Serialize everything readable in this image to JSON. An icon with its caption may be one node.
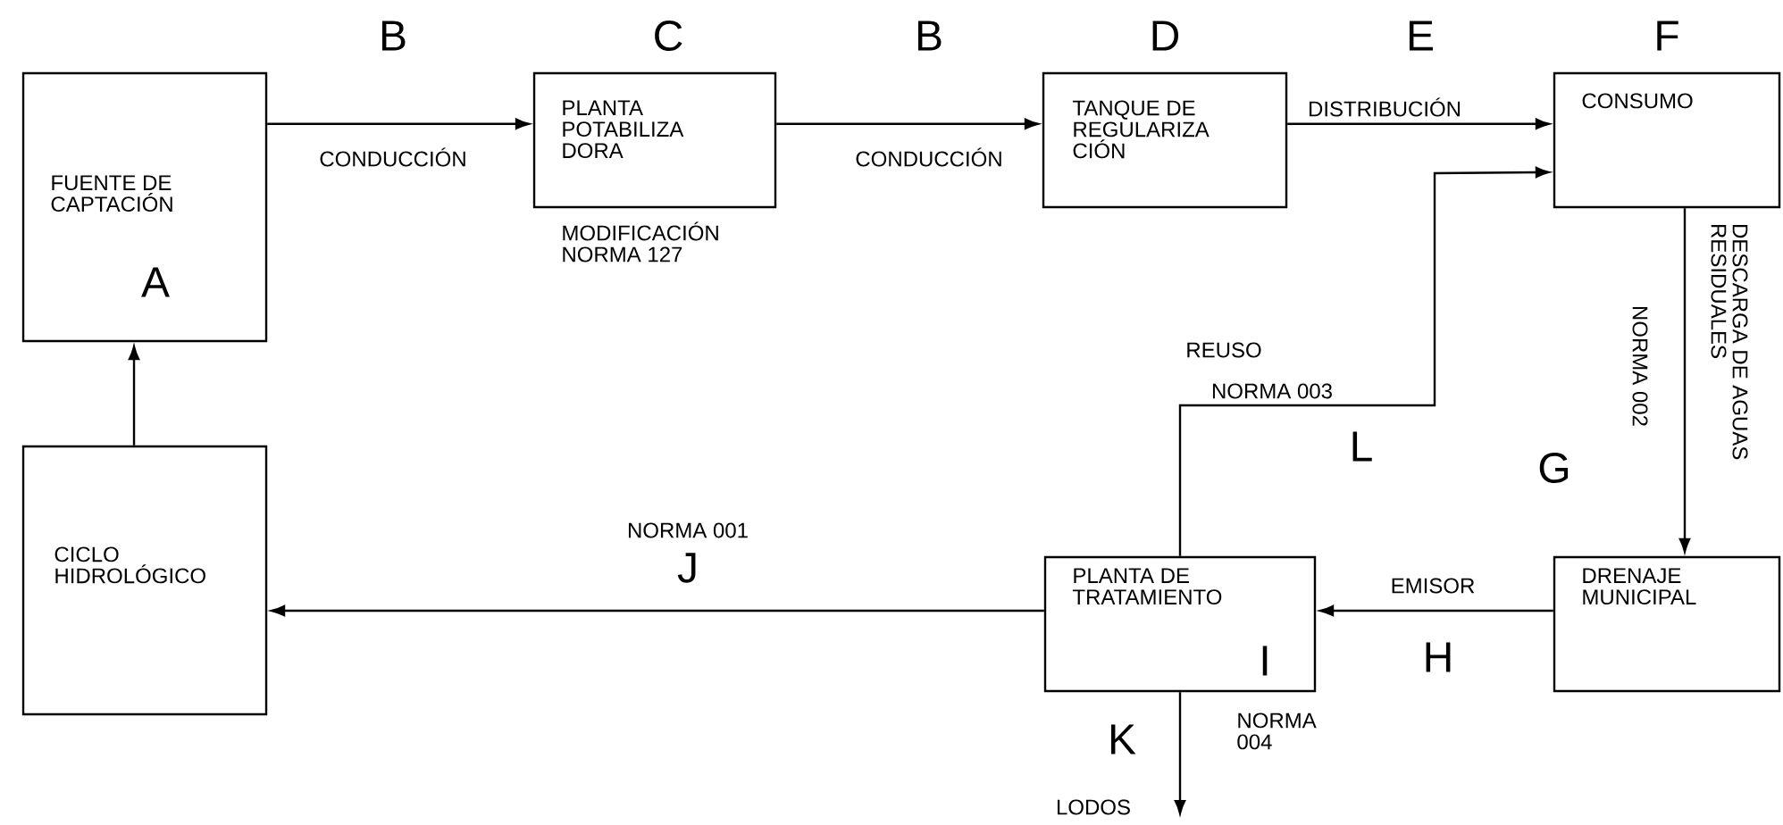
{
  "diagram": {
    "nodes": [
      {
        "text": [
          "FUENTE DE CAPTACIÓN",
          "A"
        ]
      },
      {
        "text": [
          "C",
          "PLANTA POTABILIZA DORA"
        ],
        "beside": [
          "MODIFICACIÓN NORMA 127"
        ]
      },
      {
        "text": [
          "D",
          "TANQUE DE REGULARIZA CIÓN"
        ]
      },
      {
        "text": [
          "F",
          "CONSUMO"
        ]
      },
      {
        "text": [
          "DRENAJE MUNICIPAL"
        ]
      },
      {
        "text": [
          "PLANTA DE TRATAMIENTO",
          "I"
        ]
      },
      {
        "text": [
          "CICLO HIDROLÓGICO"
        ]
      }
    ],
    "edges": [
      {
        "from": 0,
        "to": 1,
        "arrow": "to",
        "label": "CONDUCCIÓN"
      },
      {
        "from": 1,
        "to": 2,
        "arrow": "to",
        "label": "CONDUCCIÓN"
      },
      {
        "from": 2,
        "to": 3,
        "arrow": "to",
        "label": "DISTRIBUCIÓN"
      },
      {
        "from": 5,
        "to": 3,
        "arrow": "to",
        "label": "REUSO"
      },
      {
        "from": 3,
        "to": 4,
        "arrow": "to",
        "label": "DESCARGA DE AGUAS RESIDUALES"
      },
      {
        "from": 4,
        "to": 5,
        "arrow": "to",
        "label": "EMISOR"
      },
      {
        "from": 5,
        "to": 6,
        "arrow": "to",
        "label": "NORMA 001"
      },
      {
        "from": 6,
        "to": 0,
        "arrow": "to"
      },
      {
        "from": 5,
        "to": null,
        "arrow": "to",
        "label": "LODOS"
      }
    ],
    "labels": [
      "B",
      "B",
      "E",
      "NORMA 003",
      "L",
      "NORMA 002",
      "G",
      "J",
      "H",
      "K",
      "NORMA 004"
    ]
  }
}
